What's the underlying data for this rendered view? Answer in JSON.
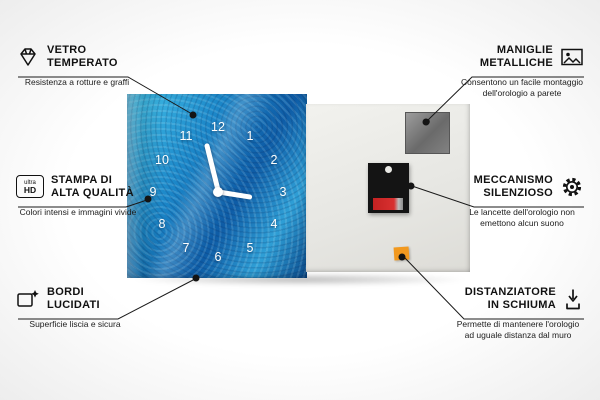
{
  "features": [
    {
      "title": "VETRO TEMPERATO",
      "subtitle": "Resistenza a rotture e graffi",
      "icon": "diamond-icon"
    },
    {
      "title": "STAMPA DI ALTA QUALITÀ",
      "subtitle": "Colori intensi e immagini vivide",
      "icon": "ultra-hd-icon",
      "icon_label_top": "ultra",
      "icon_label_bottom": "HD"
    },
    {
      "title": "BORDI LUCIDATI",
      "subtitle": "Superficie liscia e sicura",
      "icon": "polished-edge-icon"
    },
    {
      "title": "MANIGLIE METALLICHE",
      "subtitle": "Consentono un facile montaggio dell'orologio a parete",
      "icon": "picture-frame-icon"
    },
    {
      "title": "MECCANISMO SILENZIOSO",
      "subtitle": "Le lancette dell'orologio non emettono alcun suono",
      "icon": "gear-icon"
    },
    {
      "title": "DISTANZIATORE IN SCHIUMA",
      "subtitle": "Permette di mantenere l'orologio ad uguale distanza dal muro",
      "icon": "spacer-icon"
    }
  ],
  "clock": {
    "numbers": [
      "1",
      "2",
      "3",
      "4",
      "5",
      "6",
      "7",
      "8",
      "9",
      "10",
      "11",
      "12"
    ]
  },
  "colors": {
    "clock_blue": "#1b86c8",
    "foam_orange": "#f2991f",
    "line_black": "#1a1a1a"
  }
}
